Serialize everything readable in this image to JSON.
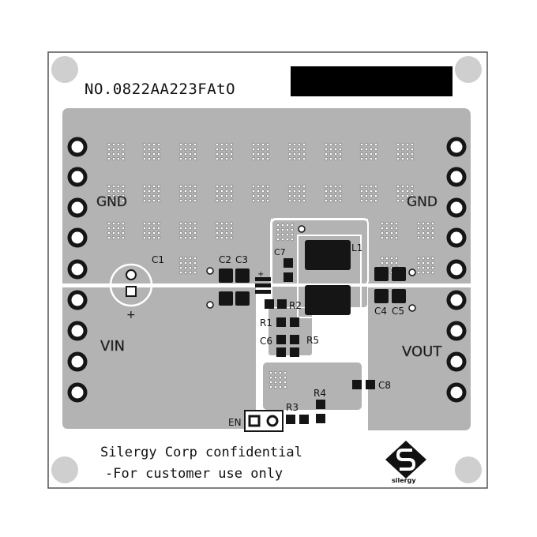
{
  "board": {
    "part_number": "NO.0822AA223FAtO",
    "confidential_line1": "Silergy Corp confidential",
    "confidential_line2": "-For customer use only",
    "logo_text": "silergy"
  },
  "net_labels": {
    "gnd_left": "GND",
    "gnd_right": "GND",
    "vin": "VIN",
    "vout": "VOUT",
    "en": "EN"
  },
  "components": {
    "c1": "C1",
    "c2": "C2",
    "c3": "C3",
    "c4": "C4",
    "c5": "C5",
    "c6": "C6",
    "c7": "C7",
    "c8": "C8",
    "l1": "L1",
    "r1": "R1",
    "r2": "R2",
    "r3": "R3",
    "r4": "R4",
    "r5": "R5",
    "c1_polarity": "+"
  },
  "colors": {
    "copper_pour": "#b3b3b3",
    "silkscreen": "#111111",
    "pad": "#151515",
    "board": "#ffffff"
  }
}
